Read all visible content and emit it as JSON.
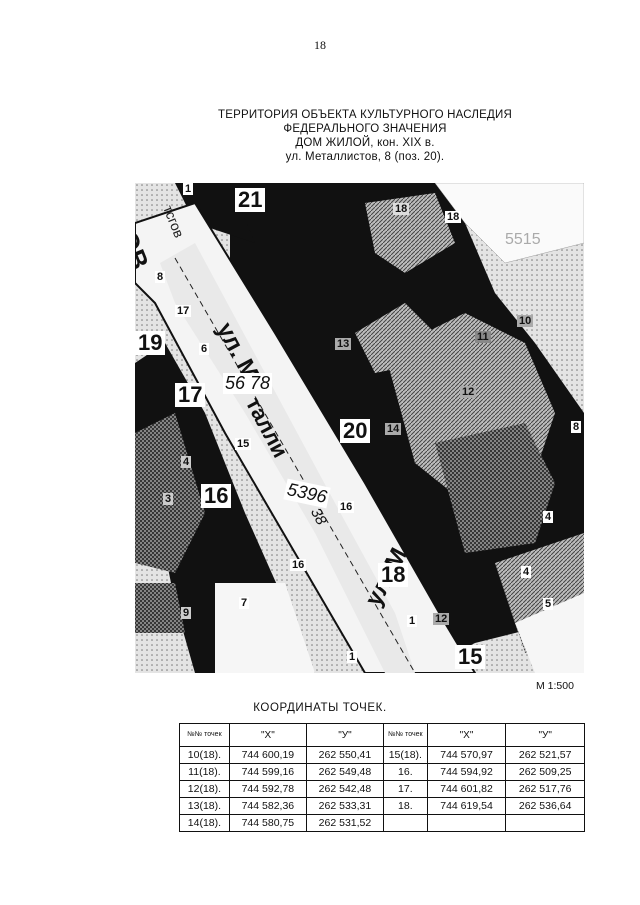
{
  "page_number": "18",
  "title": {
    "line1": "ТЕРРИТОРИЯ ОБЪЕКТА КУЛЬТУРНОГО НАСЛЕДИЯ",
    "line2": "ФЕДЕРАЛЬНОГО ЗНАЧЕНИЯ",
    "line3": "ДОМ ЖИЛОЙ,   кон. XIX в.",
    "line4": "ул. Металлистов, 8    (поз. 20)."
  },
  "map": {
    "street_top": "ГОВ",
    "street_top_small": "тсгов",
    "street_main": "ул. Металлистов",
    "street_main_short": "ул. М",
    "street_main_mid": "талли",
    "street_main_partial": "ул. М",
    "cadastral_1": "56 78",
    "cadastral_2": "5396",
    "cadastral_2_suffix": "38",
    "faint_number": "5515",
    "block_labels": [
      "21",
      "19",
      "17",
      "16",
      "20",
      "18",
      "15"
    ],
    "point_labels": [
      "1",
      "18",
      "18",
      "8",
      "17",
      "6",
      "10",
      "11",
      "12",
      "13",
      "14",
      "15",
      "16",
      "3",
      "4",
      "4",
      "4",
      "5",
      "8",
      "9",
      "7",
      "12",
      "1",
      "1",
      "16"
    ],
    "colors": {
      "block": "#111111",
      "hatch": "#8a8a8a",
      "label_bg": "#ffffff"
    }
  },
  "scale_label": "М   1:500",
  "table": {
    "title": "КООРДИНАТЫ   ТОЧЕК.",
    "headers": {
      "num": "№№ точек",
      "x": "\"X\"",
      "y": "\"У\""
    },
    "rows": [
      {
        "n1": "10(18).",
        "x1": "744 600,19",
        "y1": "262 550,41",
        "n2": "15(18).",
        "x2": "744 570,97",
        "y2": "262 521,57"
      },
      {
        "n1": "11(18).",
        "x1": "744 599,16",
        "y1": "262 549,48",
        "n2": "16.",
        "x2": "744 594,92",
        "y2": "262 509,25"
      },
      {
        "n1": "12(18).",
        "x1": "744 592,78",
        "y1": "262 542,48",
        "n2": "17.",
        "x2": "744 601,82",
        "y2": "262 517,76"
      },
      {
        "n1": "13(18).",
        "x1": "744 582,36",
        "y1": "262 533,31",
        "n2": "18.",
        "x2": "744 619,54",
        "y2": "262 536,64"
      },
      {
        "n1": "14(18).",
        "x1": "744 580,75",
        "y1": "262 531,52",
        "n2": "",
        "x2": "",
        "y2": ""
      }
    ]
  }
}
